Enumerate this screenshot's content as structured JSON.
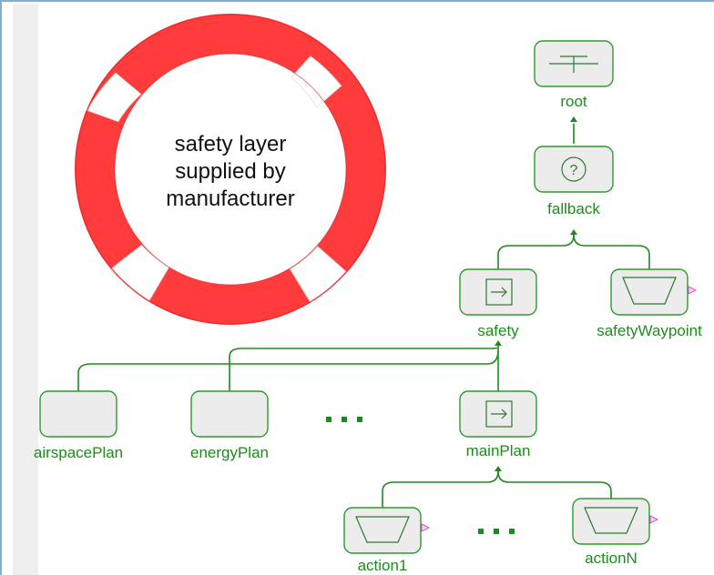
{
  "colors": {
    "ring_red": "#ff3b3b",
    "node_green": "#1f8a1f",
    "node_fill": "#ececec",
    "frame_blue": "#7fb0d8"
  },
  "ring": {
    "lines": [
      "safety layer",
      "supplied by",
      "manufacturer"
    ]
  },
  "nodes": {
    "root": {
      "label": "root",
      "icon": "selector-bars-icon"
    },
    "fallback": {
      "label": "fallback",
      "icon": "question-icon"
    },
    "safety": {
      "label": "safety",
      "icon": "sequence-arrow-icon"
    },
    "safetyWaypoint": {
      "label": "safetyWaypoint",
      "icon": "trapezoid-action-icon"
    },
    "airspacePlan": {
      "label": "airspacePlan",
      "icon": ""
    },
    "energyPlan": {
      "label": "energyPlan",
      "icon": ""
    },
    "mainPlan": {
      "label": "mainPlan",
      "icon": "sequence-arrow-icon"
    },
    "action1": {
      "label": "action1",
      "icon": "trapezoid-action-icon"
    },
    "actionN": {
      "label": "actionN",
      "icon": "trapezoid-action-icon"
    }
  }
}
